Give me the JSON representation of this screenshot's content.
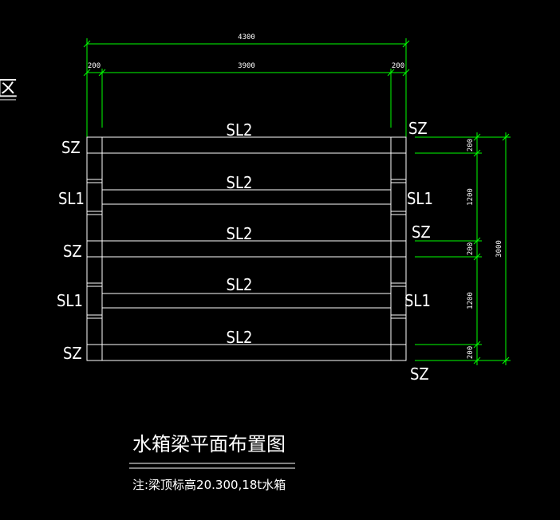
{
  "dims": {
    "top_total": "4300",
    "top_left": "200",
    "top_mid": "3900",
    "top_right": "200",
    "right_1": "200",
    "right_2": "1200",
    "right_3": "200",
    "right_4": "1200",
    "right_5": "200",
    "right_total": "3000"
  },
  "beams": {
    "sl2_a": "SL2",
    "sl2_b": "SL2",
    "sl2_c": "SL2",
    "sl2_d": "SL2",
    "sl2_e": "SL2"
  },
  "labels_left": {
    "sz_1": "SZ",
    "sl1_1": "SL1",
    "sz_2": "SZ",
    "sl1_2": "SL1",
    "sz_3": "SZ"
  },
  "labels_right": {
    "sz_1": "SZ",
    "sl1_1": "SL1",
    "sz_2": "SZ",
    "sl1_2": "SL1",
    "sz_3": "SZ"
  },
  "edge_fragment": "区",
  "title": "水箱梁平面布置图",
  "note": "注:梁顶标高20.300,18t水箱"
}
